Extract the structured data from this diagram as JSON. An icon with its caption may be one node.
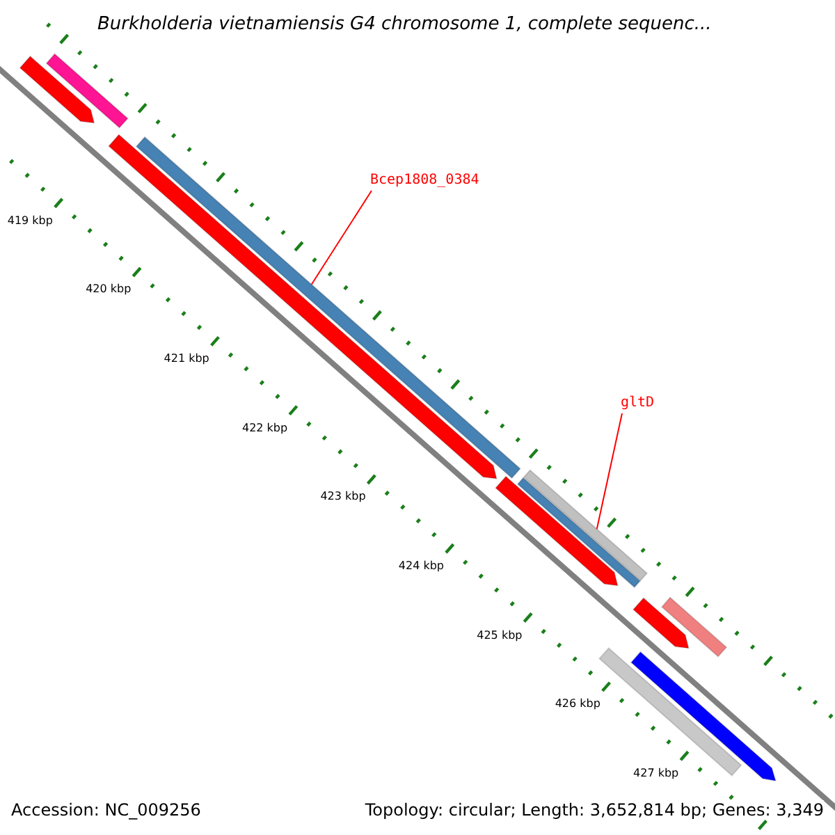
{
  "diagram": {
    "title": "Burkholderia vietnamiensis G4 chromosome 1, complete sequenc...",
    "nodes": [
      {
        "text": [
          "Bcep1808_0384"
        ]
      },
      {
        "text": [],
        "shape": "bar"
      },
      {
        "text": [
          "gltD"
        ]
      },
      {
        "text": [],
        "shape": "bar"
      }
    ],
    "edges": [
      {
        "from": 0,
        "to": 1,
        "arrow": "none",
        "color": "#ff0000"
      },
      {
        "from": 2,
        "to": 3,
        "arrow": "none",
        "color": "#ff0000"
      }
    ],
    "labels": [
      "419 kbp",
      "420 kbp",
      "421 kbp",
      "422 kbp",
      "423 kbp",
      "424 kbp",
      "425 kbp",
      "426 kbp",
      "427 kbp",
      "Accession: NC_009256",
      "Topology: circular; Length: 3,652,814 bp; Genes: 3,349"
    ]
  }
}
